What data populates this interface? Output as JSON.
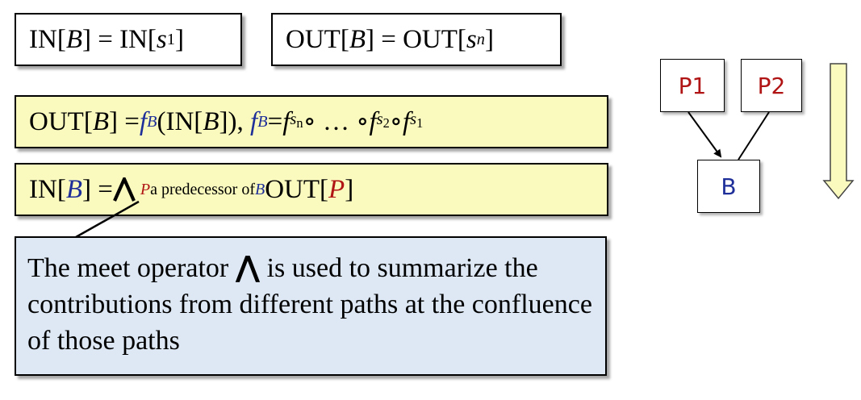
{
  "box_in": {
    "in1": "IN[",
    "b": "B",
    "eq": "] = IN[",
    "s": "s",
    "sub": "1",
    "close": "]"
  },
  "box_out": {
    "out1": "OUT[",
    "b": "B",
    "eq": "] = OUT[",
    "s": "s",
    "sub": "n",
    "close": "]"
  },
  "box_transfer": {
    "out": "OUT[",
    "b": "B",
    "eq": "] = ",
    "f": "f",
    "fsub": "B",
    "in": "(IN[",
    "b2": "B",
    "close": "]), ",
    "f2": "f",
    "f2sub": "B",
    "eq2": " = ",
    "fn": "f",
    "fn_s": "s",
    "fn_sub": "n",
    "comp1": " ∘ … ∘ ",
    "f3": "f",
    "f3_s": "s",
    "f3_sub": "2",
    "comp2": " ∘ ",
    "f4": "f",
    "f4_s": "s",
    "f4_sub": "1"
  },
  "box_meet": {
    "in": "IN[",
    "b": "B",
    "eq": "] = ",
    "p": "P",
    "pred_text": " a predecessor of ",
    "b2": "B",
    "out": " OUT[",
    "p2": "P",
    "close": "]"
  },
  "note": {
    "text": "The meet operator ⋀ is used to summarize the contributions from different paths at the confluence of those paths",
    "before": "The meet operator ",
    "wedge": "⋀",
    "after": " is used to summarize the contributions from different paths at the confluence of those paths"
  },
  "graph": {
    "nodes": [
      "P1",
      "P2",
      "B"
    ]
  },
  "colors": {
    "yellow": "#fafabe",
    "note_blue": "#dde8f4",
    "italic_blue": "#1f2f99",
    "red": "#b01414",
    "arrow_fill": "#fafabe"
  }
}
